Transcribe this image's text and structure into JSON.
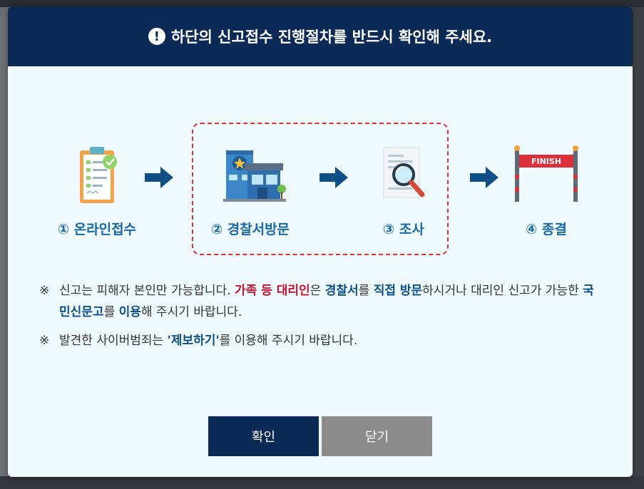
{
  "header": {
    "alert_symbol": "!",
    "title": "하단의 신고접수 진행절차를 반드시 확인해 주세요."
  },
  "steps": [
    {
      "label": "① 온라인접수",
      "icon": "clipboard-check-icon"
    },
    {
      "label": "② 경찰서방문",
      "icon": "police-station-icon"
    },
    {
      "label": "③ 조사",
      "icon": "magnifier-document-icon"
    },
    {
      "label": "④ 종결",
      "icon": "finish-line-icon"
    }
  ],
  "finish_banner": "FINISH",
  "notes": [
    {
      "mark": "※",
      "p1": "신고는 피해자 본인만 가능합니다. ",
      "red1": "가족 등 대리인",
      "p2": "은 ",
      "blue1": "경찰서",
      "p3": "를 ",
      "blue2": "직접 방문",
      "p4": "하시거나 대리인 신고가 가능한 ",
      "blue3": "국민신문고",
      "p5": "를 ",
      "blue4": "이용",
      "p6": "해 주시기 바랍니다."
    },
    {
      "mark": "※",
      "p1": "발견한 사이버범죄는 ",
      "blue1": "'제보하기'",
      "p2": "를 이용해 주시기 바랍니다."
    }
  ],
  "buttons": {
    "confirm": "확인",
    "close": "닫기"
  },
  "colors": {
    "header_bg": "#0c2a56",
    "accent_blue": "#1a68a6",
    "accent_red": "#d0102a",
    "dashed_border": "#d9303a"
  }
}
